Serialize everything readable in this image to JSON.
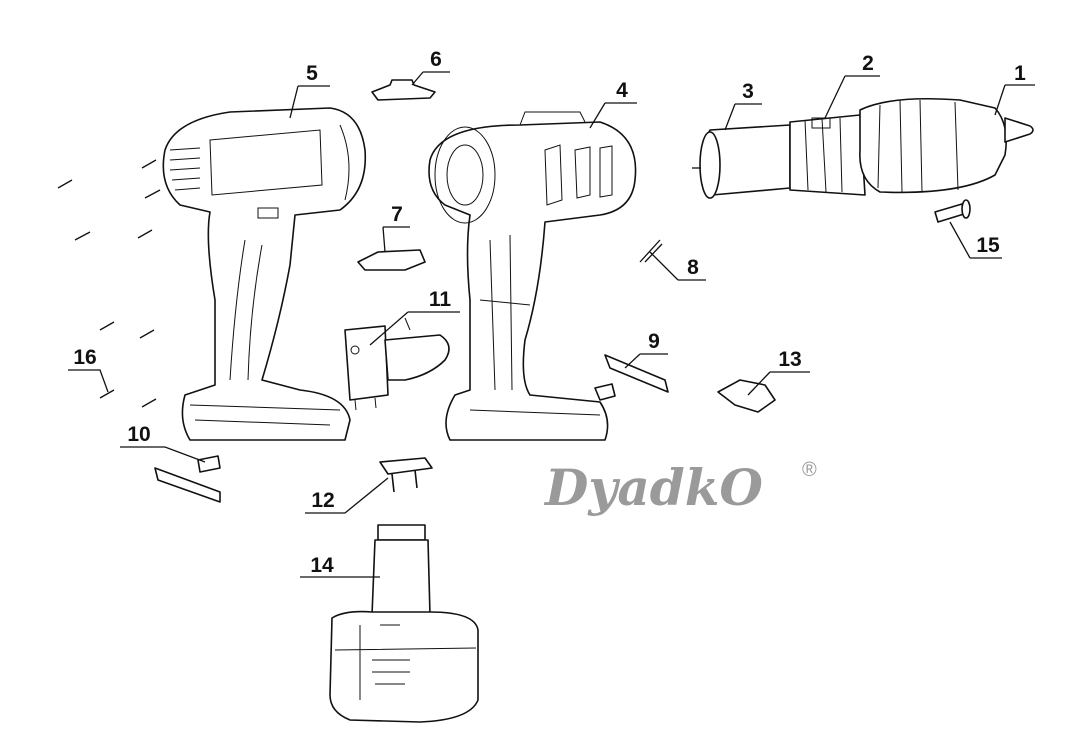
{
  "diagram": {
    "parts": [
      {
        "number": "1"
      },
      {
        "number": "2"
      },
      {
        "number": "3"
      },
      {
        "number": "4"
      },
      {
        "number": "5"
      },
      {
        "number": "6"
      },
      {
        "number": "7"
      },
      {
        "number": "8"
      },
      {
        "number": "9"
      },
      {
        "number": "10"
      },
      {
        "number": "11"
      },
      {
        "number": "12"
      },
      {
        "number": "13"
      },
      {
        "number": "14"
      },
      {
        "number": "15"
      },
      {
        "number": "16"
      }
    ],
    "watermark": {
      "text": "DyadkO",
      "registered": "®"
    }
  }
}
